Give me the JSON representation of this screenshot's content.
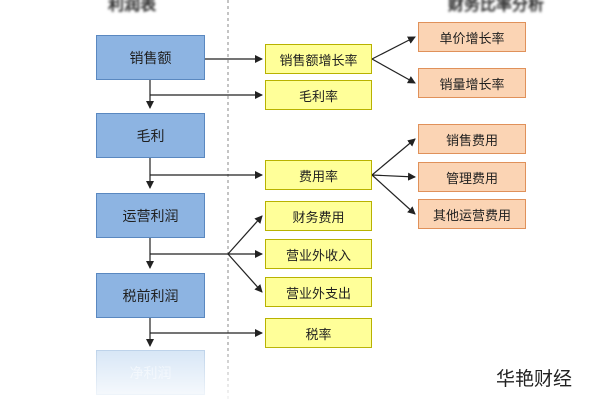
{
  "header": {
    "left_title": "利润表",
    "right_title": "财务比率分析"
  },
  "left_column": [
    {
      "id": "sales",
      "label": "销售额"
    },
    {
      "id": "gross",
      "label": "毛利"
    },
    {
      "id": "operating",
      "label": "运营利润"
    },
    {
      "id": "pretax",
      "label": "税前利润"
    },
    {
      "id": "net",
      "label": "净利润"
    }
  ],
  "middle_column": [
    {
      "id": "sales_growth",
      "label": "销售额增长率"
    },
    {
      "id": "gross_margin",
      "label": "毛利率"
    },
    {
      "id": "expense_ratio",
      "label": "费用率"
    },
    {
      "id": "financial_expense",
      "label": "财务费用"
    },
    {
      "id": "non_op_income",
      "label": "营业外收入"
    },
    {
      "id": "non_op_expense",
      "label": "营业外支出"
    },
    {
      "id": "tax_rate",
      "label": "税率"
    }
  ],
  "right_column": [
    {
      "id": "unit_price_growth",
      "label": "单价增长率"
    },
    {
      "id": "volume_growth",
      "label": "销量增长率"
    },
    {
      "id": "selling_expense",
      "label": "销售费用"
    },
    {
      "id": "admin_expense",
      "label": "管理费用"
    },
    {
      "id": "other_op_expense",
      "label": "其他运营费用"
    }
  ],
  "watermark": "华艳财经"
}
